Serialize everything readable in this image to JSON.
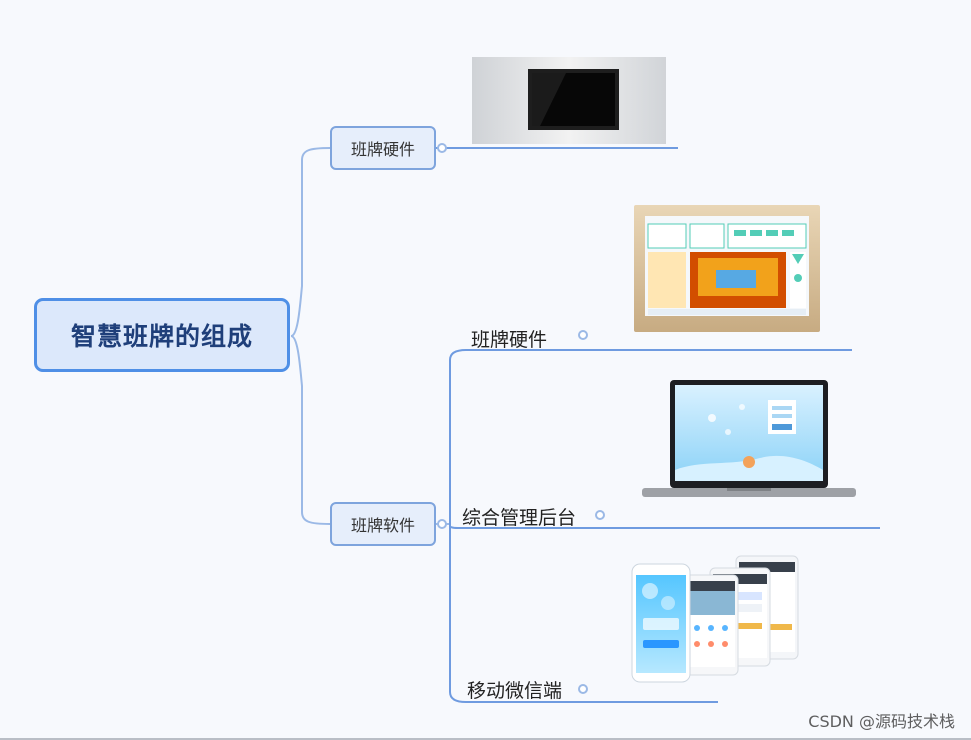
{
  "mindmap": {
    "root": {
      "label": "智慧班牌的组成"
    },
    "branches": [
      {
        "label": "班牌硬件"
      },
      {
        "label": "班牌软件"
      }
    ],
    "software_children": [
      {
        "label": "班牌硬件"
      },
      {
        "label": "综合管理后台"
      },
      {
        "label": "移动微信端"
      }
    ]
  },
  "images": [
    {
      "name": "class-board-hardware-image"
    },
    {
      "name": "class-board-device-image"
    },
    {
      "name": "management-backend-laptop-image"
    },
    {
      "name": "mobile-wechat-phones-image"
    }
  ],
  "watermark": "CSDN @源码技术栈",
  "colors": {
    "background": "#f7f9fd",
    "root_border": "#4f8fe6",
    "root_fill": "#dce8fb",
    "branch_border": "#7ea4dd",
    "branch_fill": "#e6eefb",
    "connector": "#9bb9e6",
    "underline": "#6f9be0"
  }
}
